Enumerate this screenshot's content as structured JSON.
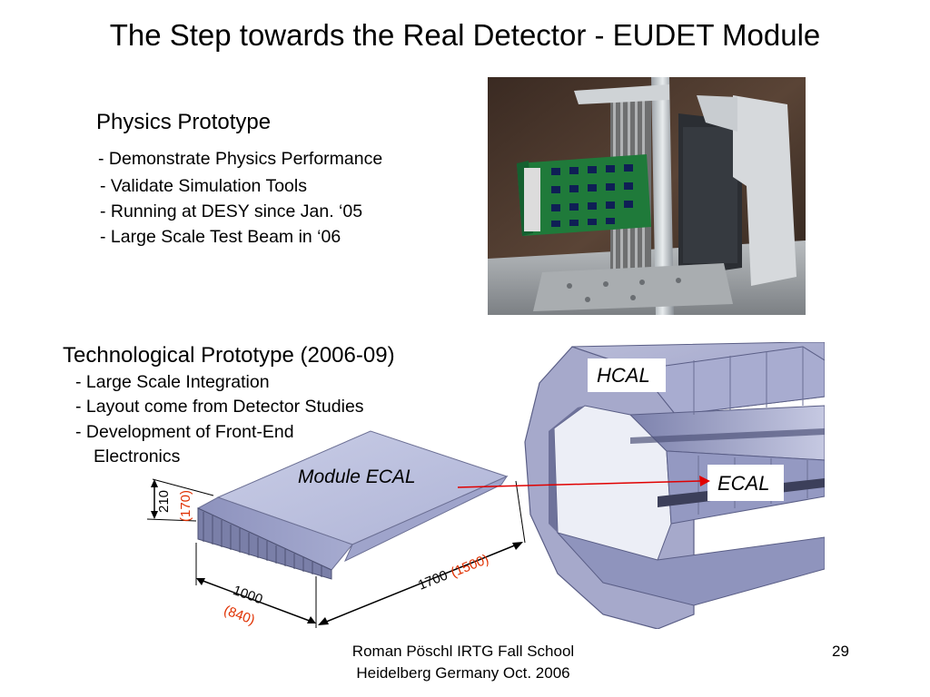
{
  "slide": {
    "title": "The Step towards the Real Detector - EUDET Module",
    "physics": {
      "heading": "Physics Prototype",
      "bullets": [
        " - Demonstrate Physics Performance",
        "- Validate Simulation Tools",
        "- Running at DESY since Jan. ‘05",
        "- Large Scale Test Beam in ‘06"
      ]
    },
    "techno": {
      "heading": "Technological Prototype (2006-09)",
      "bullets": [
        "- Large Scale Integration",
        "- Layout come from Detector Studies",
        "- Development of Front-End",
        "Electronics"
      ]
    },
    "diagram": {
      "module_label": "Module ECAL",
      "height_dim": "210",
      "height_dim_alt": "(170)",
      "width_dim": "1000",
      "width_dim_alt": "(840)",
      "length_dim": "1700",
      "length_dim_alt": "(1500)",
      "hcal_label": "HCAL",
      "ecal_label": "ECAL"
    },
    "footer": {
      "line1": "Roman Pöschl IRTG Fall School",
      "line2": "Heidelberg Germany Oct. 2006",
      "page_number": "29"
    }
  },
  "colors": {
    "dim_alt": "#e03000",
    "arrow": "#e00000"
  }
}
